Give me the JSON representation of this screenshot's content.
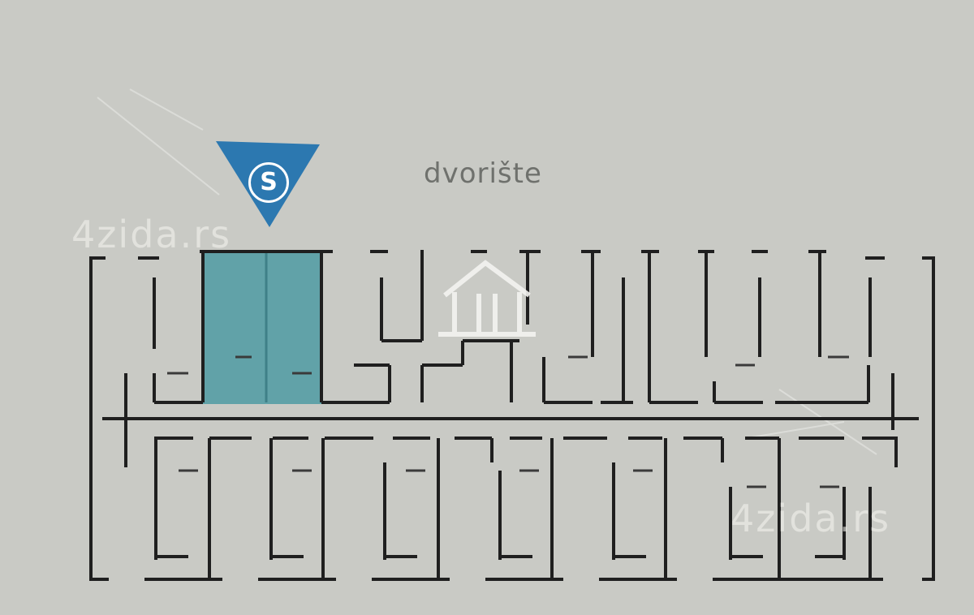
{
  "courtyard_label": "dvorište",
  "watermark_text": "4zida.rs",
  "badge": {
    "letter": "S",
    "color": "#2c78b0"
  },
  "highlight_color": "#4f9ba2",
  "wall_color": "#1f1f1f",
  "background_color": "#c9cac5",
  "logo_icon": "house-logo-icon"
}
